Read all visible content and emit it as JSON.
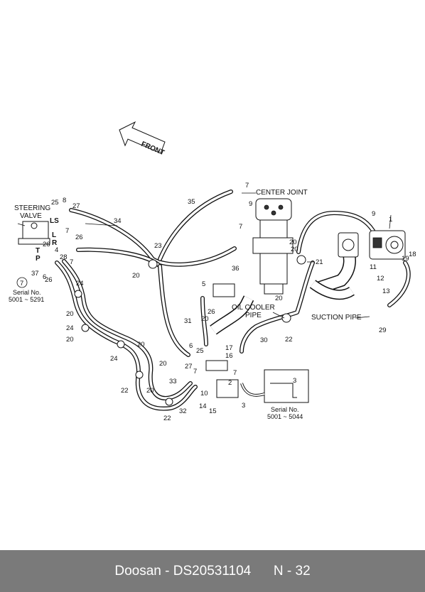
{
  "labels": {
    "front": "FRONT",
    "center_joint": "CENTER JOINT",
    "steering_valve_1": "STEERING",
    "steering_valve_2": "VALVE",
    "oil_cooler_1": "OIL COOLER",
    "oil_cooler_2": "PIPE",
    "suction_pipe": "SUCTION PIPE",
    "port_ls": "LS",
    "port_l": "L",
    "port_r": "R",
    "port_t": "T",
    "port_p": "P",
    "serial_left_title": "Serial No.",
    "serial_left_range": "5001 ~ 5291",
    "serial_right_title": "Serial No.",
    "serial_right_range": "5001 ~ 5044",
    "circled_ref": "7"
  },
  "callouts": {
    "n1": "1",
    "n2": "2",
    "n3": "3",
    "n3b": "3",
    "n4": "4",
    "n5": "5",
    "n6": "6",
    "n6b": "6",
    "n7a": "7",
    "n7b": "7",
    "n7c": "7",
    "n7d": "7",
    "n7e": "7",
    "n7f": "7",
    "n8": "8",
    "n9a": "9",
    "n9b": "9",
    "n10": "10",
    "n11": "11",
    "n12": "12",
    "n13": "13",
    "n14": "14",
    "n15": "15",
    "n16": "16",
    "n17": "17",
    "n18": "18",
    "n19": "19",
    "n20a": "20",
    "n20b": "20",
    "n20c": "20",
    "n20d": "20",
    "n20e": "20",
    "n20f": "20",
    "n20g": "20",
    "n20h": "20",
    "n20i": "20",
    "n20j": "20",
    "n21": "21",
    "n22a": "22",
    "n22b": "22",
    "n22c": "22",
    "n23": "23",
    "n24a": "24",
    "n24b": "24",
    "n24c": "24",
    "n25a": "25",
    "n25b": "25",
    "n26a": "26",
    "n26b": "26",
    "n26c": "26",
    "n26d": "26",
    "n27a": "27",
    "n27b": "27",
    "n28": "28",
    "n29": "29",
    "n30": "30",
    "n31": "31",
    "n32": "32",
    "n33": "33",
    "n34": "34",
    "n35": "35",
    "n36": "36",
    "n37": "37"
  },
  "footer": {
    "text": "Doosan - DS20531104      N - 32"
  }
}
